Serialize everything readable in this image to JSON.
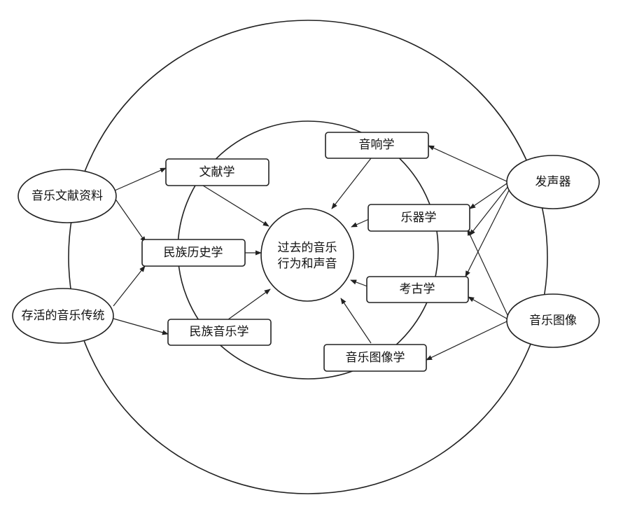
{
  "diagram": {
    "center": {
      "line1": "过去的音乐",
      "line2": "行为和声音"
    },
    "sources": {
      "literature": "音乐文献资料",
      "living_tradition": "存活的音乐传统",
      "instruments": "发声器",
      "iconography": "音乐图像"
    },
    "disciplines": {
      "philology": "文献学",
      "ethnohistory": "民族历史学",
      "ethnomusicology": "民族音乐学",
      "acoustics": "音响学",
      "organology": "乐器学",
      "archaeology": "考古学",
      "music_iconography": "音乐图像学"
    }
  }
}
